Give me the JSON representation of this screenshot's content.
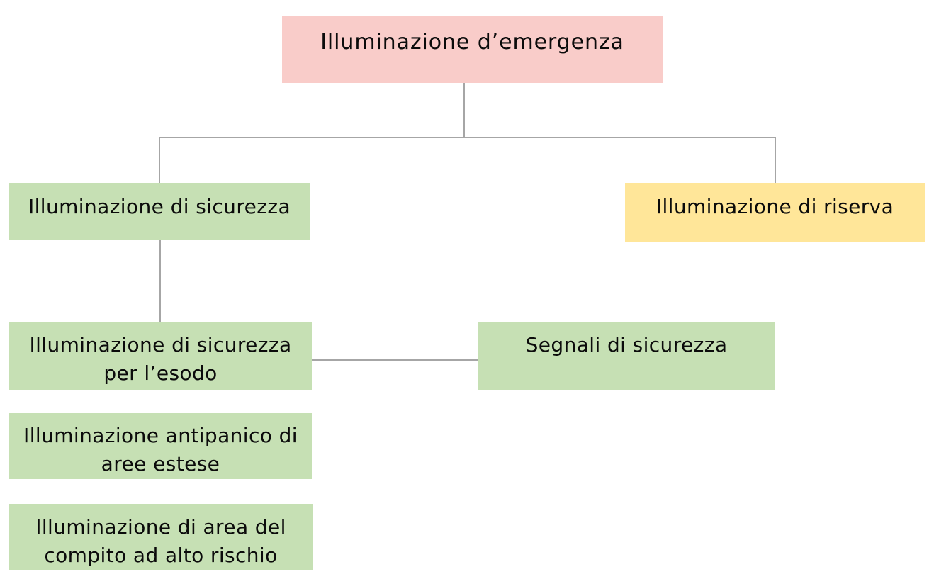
{
  "diagram": {
    "title": "Illuminazione d’emergenza",
    "background_color": "#FFFFFF",
    "connector_color": "#A6A6A6",
    "text_color": "#0B0B0B",
    "colors": {
      "root_pink": "#F9CCC9",
      "green": "#C6E0B4",
      "yellow": "#FFE699"
    },
    "nodes": {
      "emergenza": {
        "label": "Illuminazione d’emergenza",
        "color": "#F9CCC9"
      },
      "sicurezza": {
        "label": "Illuminazione di sicurezza",
        "color": "#C6E0B4"
      },
      "riserva": {
        "label": "Illuminazione di riserva",
        "color": "#FFE699"
      },
      "esodo": {
        "label": "Illuminazione di sicurezza per l’esodo",
        "color": "#C6E0B4"
      },
      "segnali": {
        "label": "Segnali di sicurezza",
        "color": "#C6E0B4"
      },
      "antipanico": {
        "label": "Illuminazione antipanico di aree estese",
        "color": "#C6E0B4"
      },
      "alto_rischio": {
        "label": "Illuminazione di area del compito ad alto rischio",
        "color": "#C6E0B4"
      }
    },
    "edges": [
      {
        "from": "emergenza",
        "to": "sicurezza"
      },
      {
        "from": "emergenza",
        "to": "riserva"
      },
      {
        "from": "sicurezza",
        "to": "esodo"
      },
      {
        "from": "esodo",
        "to": "segnali"
      }
    ]
  }
}
